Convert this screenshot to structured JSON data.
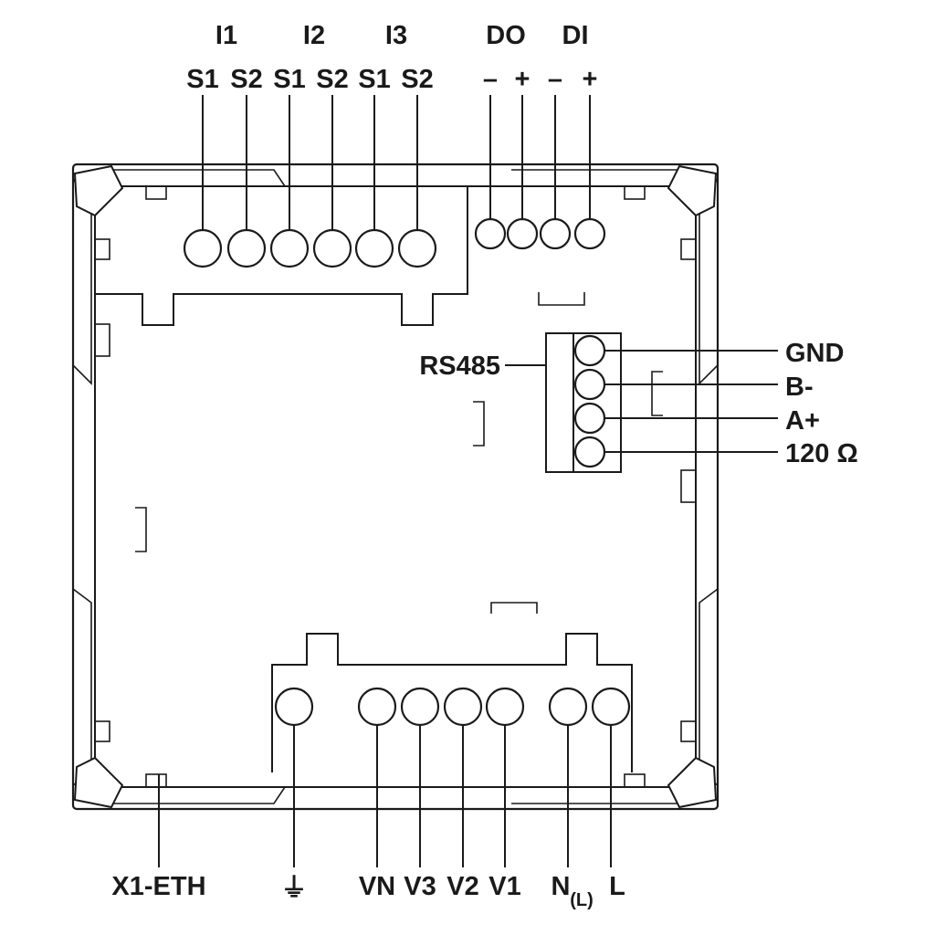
{
  "top": {
    "groups": [
      {
        "id": "i1",
        "label": "I1"
      },
      {
        "id": "i2",
        "label": "I2"
      },
      {
        "id": "i3",
        "label": "I3"
      },
      {
        "id": "do",
        "label": "DO"
      },
      {
        "id": "di",
        "label": "DI"
      }
    ],
    "terminals": [
      {
        "id": "i1-s1",
        "label": "S1"
      },
      {
        "id": "i1-s2",
        "label": "S2"
      },
      {
        "id": "i2-s1",
        "label": "S1"
      },
      {
        "id": "i2-s2",
        "label": "S2"
      },
      {
        "id": "i3-s1",
        "label": "S1"
      },
      {
        "id": "i3-s2",
        "label": "S2"
      },
      {
        "id": "do-minus",
        "label": "–"
      },
      {
        "id": "do-plus",
        "label": "+"
      },
      {
        "id": "di-minus",
        "label": "–"
      },
      {
        "id": "di-plus",
        "label": "+"
      }
    ]
  },
  "rs485": {
    "label": "RS485",
    "pins": [
      {
        "id": "gnd",
        "label": "GND"
      },
      {
        "id": "b-minus",
        "label": "B-"
      },
      {
        "id": "a-plus",
        "label": "A+"
      },
      {
        "id": "term-120",
        "label": "120 Ω"
      }
    ]
  },
  "bottom": {
    "ethernet": {
      "label": "X1-ETH"
    },
    "ground": {
      "label": "⏚"
    },
    "terminals": [
      {
        "id": "vn",
        "label": "VN"
      },
      {
        "id": "v3",
        "label": "V3"
      },
      {
        "id": "v2",
        "label": "V2"
      },
      {
        "id": "v1",
        "label": "V1"
      },
      {
        "id": "n",
        "label": "N",
        "subscript": "(L)"
      },
      {
        "id": "l",
        "label": "L"
      }
    ]
  }
}
